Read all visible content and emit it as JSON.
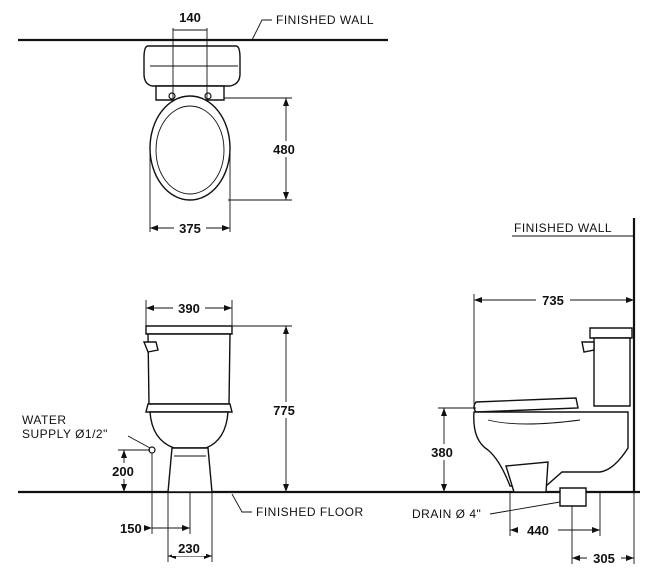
{
  "labels": {
    "finished_wall_top": "FINISHED  WALL",
    "finished_wall_side": "FINISHED  WALL",
    "finished_floor": "FINISHED  FLOOR",
    "water_supply_line1": "WATER",
    "water_supply_line2": "SUPPLY Ø1/2\"",
    "drain": "DRAIN Ø 4\""
  },
  "dimensions": {
    "top_width_140": "140",
    "top_depth_480": "480",
    "top_width_375": "375",
    "front_width_390": "390",
    "front_height_775": "775",
    "supply_height_200": "200",
    "supply_offset_150": "150",
    "base_width_230": "230",
    "side_length_735": "735",
    "seat_height_380": "380",
    "drain_offset_440": "440",
    "rough_in_305": "305"
  }
}
